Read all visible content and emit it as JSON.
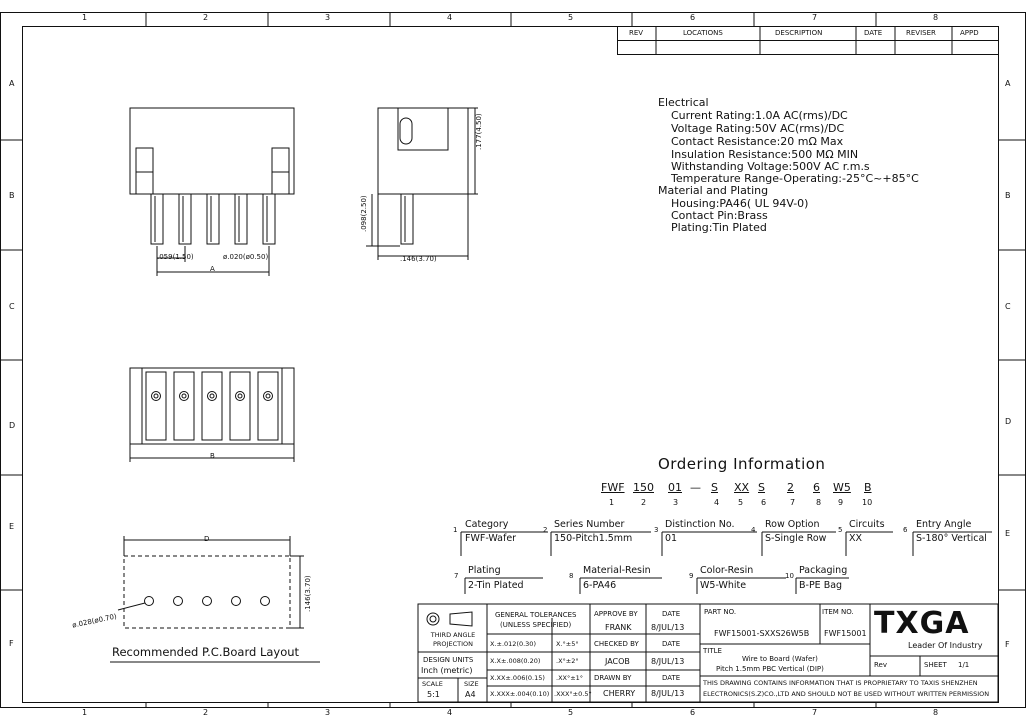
{
  "border": {
    "cols": [
      "1",
      "2",
      "3",
      "4",
      "5",
      "6",
      "7",
      "8"
    ],
    "rows": [
      "A",
      "B",
      "C",
      "D",
      "E",
      "F"
    ]
  },
  "revision_table": {
    "headers": [
      "REV",
      "LOCATIONS",
      "DESCRIPTION",
      "DATE",
      "REVISER",
      "APPD"
    ]
  },
  "specs": {
    "electrical_heading": "Electrical",
    "lines": [
      "Current Rating:1.0A AC(rms)/DC",
      "Voltage Rating:50V AC(rms)/DC",
      "Contact Resistance:20 mΩ Max",
      "Insulation Resistance:500 MΩ MIN",
      "Withstanding Voltage:500V AC r.m.s",
      "Temperature Range-Operating:-25°C~+85°C"
    ],
    "material_heading": "Material and Plating",
    "material_lines": [
      "Housing:PA46( UL 94V-0)",
      "Contact Pin:Brass",
      "Plating:Tin Plated"
    ]
  },
  "dims": {
    "pitch": ".059(1.50)",
    "pin_dia": "ø.020(ø0.50)",
    "a": "A",
    "height": ".177(4.50)",
    "tail": ".098(2.50)",
    "depth": ".146(3.70)",
    "b": "B",
    "d": "D",
    "pcb_h": ".146(3.70)",
    "hole": "ø.028(ø0.70)"
  },
  "pcb_layout_label": "Recommended P.C.Board Layout",
  "ordering": {
    "title": "Ordering Information",
    "code_parts": [
      "FWF",
      "150",
      "01",
      "—",
      "S",
      "XX",
      "S",
      "2",
      "6",
      "W5",
      "B"
    ],
    "code_nums": [
      "1",
      "2",
      "3",
      "4",
      "5",
      "6",
      "7",
      "8",
      "9",
      "10"
    ],
    "boxes": [
      {
        "num": "1",
        "label": "Category",
        "value": "FWF-Wafer"
      },
      {
        "num": "2",
        "label": "Series Number",
        "value": "150-Pitch1.5mm"
      },
      {
        "num": "3",
        "label": "Distinction No.",
        "value": "01"
      },
      {
        "num": "4",
        "label": "Row Option",
        "value": "S-Single Row"
      },
      {
        "num": "5",
        "label": "Circuits",
        "value": "XX"
      },
      {
        "num": "6",
        "label": "Entry Angle",
        "value": "S-180° Vertical"
      },
      {
        "num": "7",
        "label": "Plating",
        "value": "2-Tin Plated"
      },
      {
        "num": "8",
        "label": "Material-Resin",
        "value": "6-PA46"
      },
      {
        "num": "9",
        "label": "Color-Resin",
        "value": "W5-White"
      },
      {
        "num": "10",
        "label": "Packaging",
        "value": "B-PE Bag"
      }
    ]
  },
  "title_block": {
    "projection": "THIRD ANGLE PROJECTION",
    "design_units_label": "DESIGN UNITS",
    "design_units_value": "Inch (metric)",
    "scale_label": "SCALE",
    "scale_value": "5:1",
    "size_label": "SIZE",
    "size_value": "A4",
    "tolerance_heading": "GENERAL TOLERANCES",
    "tolerance_sub": "(UNLESS SPECIFIED)",
    "tolerances": [
      [
        "X.±.012(0.30)",
        "X.°±5°"
      ],
      [
        "X.X±.008(0.20)",
        ".X°±2°"
      ],
      [
        "X.XX±.006(0.15)",
        ".XX°±1°"
      ],
      [
        "X.XXX±.004(0.10)",
        ".XXX°±0.5°"
      ]
    ],
    "approve_by": "APPROVE BY",
    "approver": "FRANK",
    "checked_by": "CHECKED BY",
    "checker": "JACOB",
    "drawn_by": "DRAWN BY",
    "drawer": "CHERRY",
    "date_label": "DATE",
    "dates": [
      "8/JUL/13",
      "8/JUL/13",
      "8/JUL/13"
    ],
    "part_no_label": "PART NO.",
    "part_no": "FWF15001-SXXS26W5B",
    "item_no_label": "ITEM NO.",
    "item_no": "FWF15001",
    "title_label": "TITLE",
    "title_line1": "Wire to Board (Wafer)",
    "title_line2": "Pitch 1.5mm PBC Vertical (DIP)",
    "notice_line1": "THIS DRAWING CONTAINS INFORMATION THAT IS PROPRIETARY TO TAXIS SHENZHEN",
    "notice_line2": "ELECTRONICS(S.Z)CO.,LTD AND SHOULD NOT BE USED WITHOUT WRITTEN PERMISSION",
    "logo": "TXGA",
    "tagline": "Leader Of Industry",
    "rev_label": "Rev",
    "sheet_label": "SHEET",
    "sheet_value": "1/1"
  }
}
